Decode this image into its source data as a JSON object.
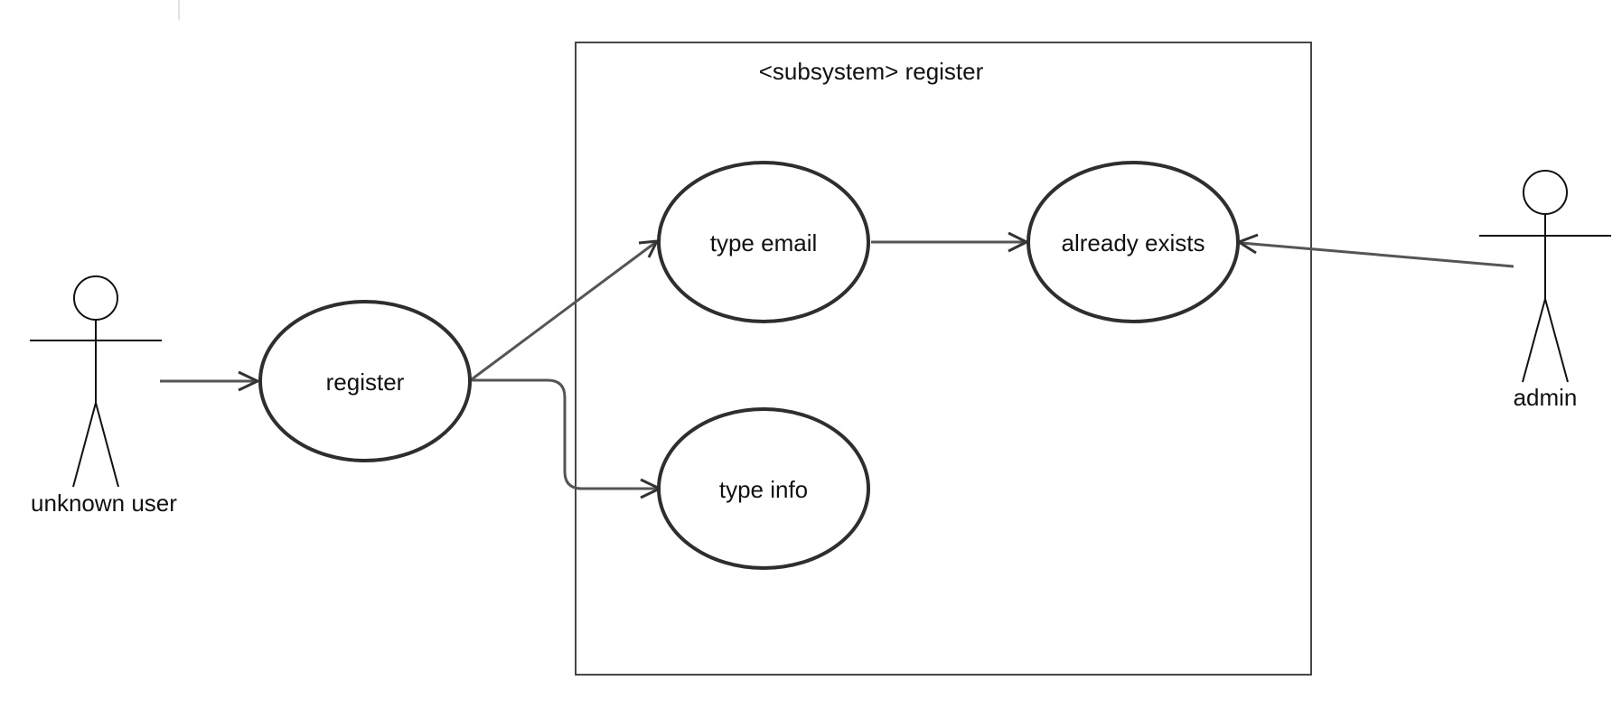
{
  "diagram": {
    "subsystem": {
      "title": "<subsystem> register"
    },
    "use_cases": {
      "register": "register",
      "type_email": "type email",
      "already_exists": "already exists",
      "type_info": "type info"
    },
    "actors": {
      "unknown_user": "unknown user",
      "admin": "admin"
    },
    "colors": {
      "line": "#555555",
      "stroke": "#2e2e2e",
      "frame": "#333333"
    }
  }
}
